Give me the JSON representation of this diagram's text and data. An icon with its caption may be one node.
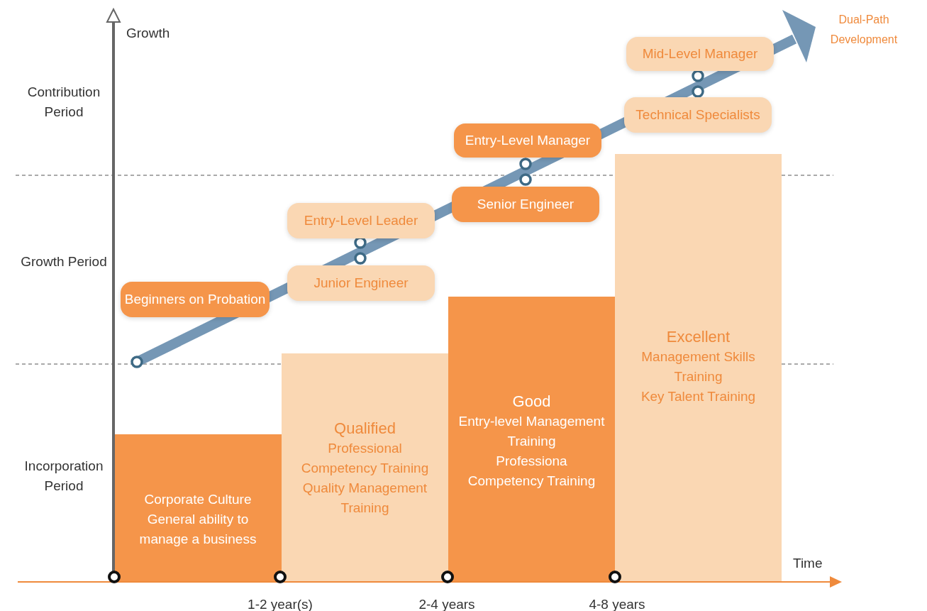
{
  "diagram": {
    "nodes": [
      {
        "text": [
          "Mid-Level Manager"
        ]
      },
      {
        "text": [
          "Technical Specialists"
        ]
      },
      {
        "text": [
          "Entry-Level Manager"
        ]
      },
      {
        "text": [
          "Senior Engineer"
        ]
      },
      {
        "text": [
          "Entry-Level Leader"
        ]
      },
      {
        "text": [
          "Junior Engineer"
        ]
      },
      {
        "text": [
          "Beginners on Probation"
        ]
      },
      {
        "text": [
          "Corporate Culture",
          "General ability to manage a business"
        ]
      },
      {
        "text": [
          "Qualified",
          "Professional Competency Training",
          "Quality Management Training"
        ]
      },
      {
        "text": [
          "Good",
          "Entry-level Management Training",
          "Professiona Competency Training"
        ]
      },
      {
        "text": [
          "Excellent",
          "Management Skills Training",
          "Key Talent Training"
        ]
      }
    ],
    "edges": [],
    "labels": [
      "Growth",
      "Dual-Path Development",
      "Contribution Period",
      "Growth Period",
      "Incorporation Period",
      "Time",
      "1-2 year(s)",
      "2-4 years",
      "4-8 years"
    ]
  }
}
